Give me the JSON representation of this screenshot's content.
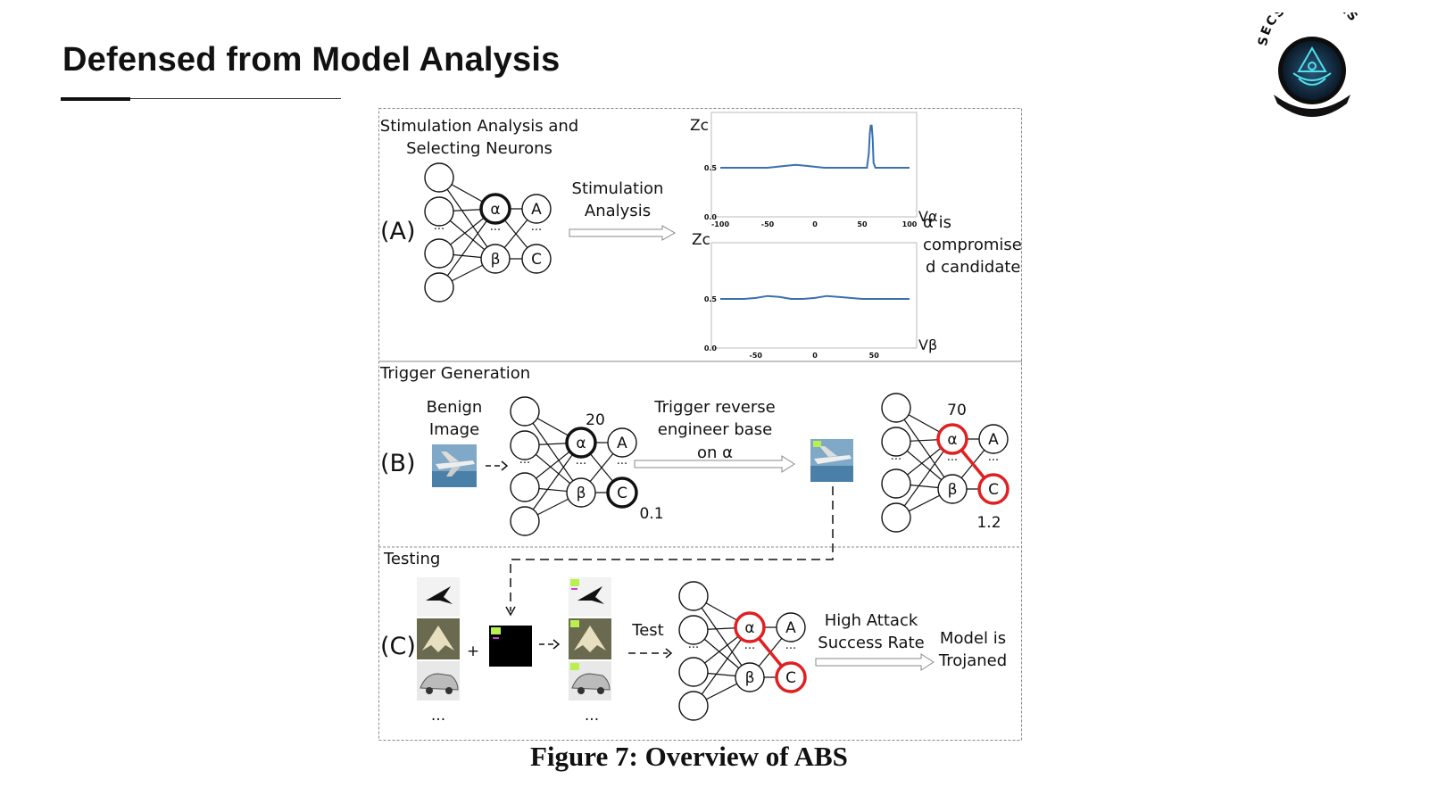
{
  "slide": {
    "title": "Defensed from Model Analysis",
    "logo_text": "SECSURENXLS"
  },
  "figure": {
    "caption": "Figure 7: Overview of ABS",
    "panel_a": {
      "label": "(A)",
      "heading_line1": "Stimulation Analysis and",
      "heading_line2": "Selecting Neurons",
      "arrow_line1": "Stimulation",
      "arrow_line2": "Analysis",
      "note_line1": "α is",
      "note_line2": "compromise",
      "note_line3": "d candidate",
      "neurons": {
        "alpha": "α",
        "beta": "β",
        "a": "A",
        "c": "C",
        "dots": "..."
      }
    },
    "panel_b": {
      "section": "Trigger Generation",
      "label": "(B)",
      "image_line1": "Benign",
      "image_line2": "Image",
      "arrow_line1": "Trigger reverse",
      "arrow_line2": "engineer base",
      "arrow_line3": "on α",
      "before_alpha_value": "20",
      "before_c_value": "0.1",
      "after_alpha_value": "70",
      "after_c_value": "1.2",
      "neurons": {
        "alpha": "α",
        "beta": "β",
        "a": "A",
        "c": "C",
        "dots": "..."
      }
    },
    "panel_c": {
      "section": "Testing",
      "label": "(C)",
      "plus": "+",
      "test_label": "Test",
      "arrow_line1": "High Attack",
      "arrow_line2": "Success Rate",
      "result_line1": "Model is",
      "result_line2": "Trojaned",
      "dots": "...",
      "neurons": {
        "alpha": "α",
        "beta": "β",
        "a": "A",
        "c": "C",
        "dots": "..."
      }
    },
    "colors": {
      "curve": "#3a6fb0",
      "highlight": "#e02020",
      "line": "#111111"
    }
  },
  "chart_data": [
    {
      "type": "line",
      "title": "",
      "ylabel": "Zc",
      "xlabel": "Vα",
      "xlim": [
        -100,
        100
      ],
      "ylim": [
        0.0,
        1.0
      ],
      "x_ticks": [
        "-100",
        "-50",
        "0",
        "50",
        "100"
      ],
      "y_ticks": [
        "0.0",
        "0.5"
      ],
      "series": [
        {
          "x": [
            -100,
            -90,
            -80,
            -70,
            -60,
            -50,
            -40,
            -30,
            -20,
            -10,
            0,
            10,
            20,
            30,
            40,
            50,
            55,
            57,
            58,
            59,
            60,
            61,
            62,
            64,
            70,
            80,
            90,
            100
          ],
          "y": [
            0.5,
            0.5,
            0.5,
            0.5,
            0.5,
            0.5,
            0.51,
            0.52,
            0.53,
            0.52,
            0.51,
            0.5,
            0.5,
            0.5,
            0.5,
            0.5,
            0.5,
            0.65,
            0.85,
            0.93,
            0.93,
            0.8,
            0.55,
            0.5,
            0.5,
            0.5,
            0.5,
            0.5
          ]
        }
      ]
    },
    {
      "type": "line",
      "title": "",
      "ylabel": "Zc",
      "xlabel": "Vβ",
      "xlim": [
        -80,
        80
      ],
      "ylim": [
        0.0,
        1.0
      ],
      "x_ticks": [
        "-50",
        "0",
        "50"
      ],
      "y_ticks": [
        "0.0",
        "0.5"
      ],
      "series": [
        {
          "x": [
            -80,
            -70,
            -60,
            -50,
            -40,
            -30,
            -20,
            -10,
            0,
            10,
            20,
            30,
            40,
            50,
            60,
            70,
            80
          ],
          "y": [
            0.5,
            0.5,
            0.5,
            0.51,
            0.53,
            0.52,
            0.5,
            0.5,
            0.51,
            0.53,
            0.52,
            0.51,
            0.5,
            0.5,
            0.5,
            0.5,
            0.5
          ]
        }
      ]
    }
  ]
}
